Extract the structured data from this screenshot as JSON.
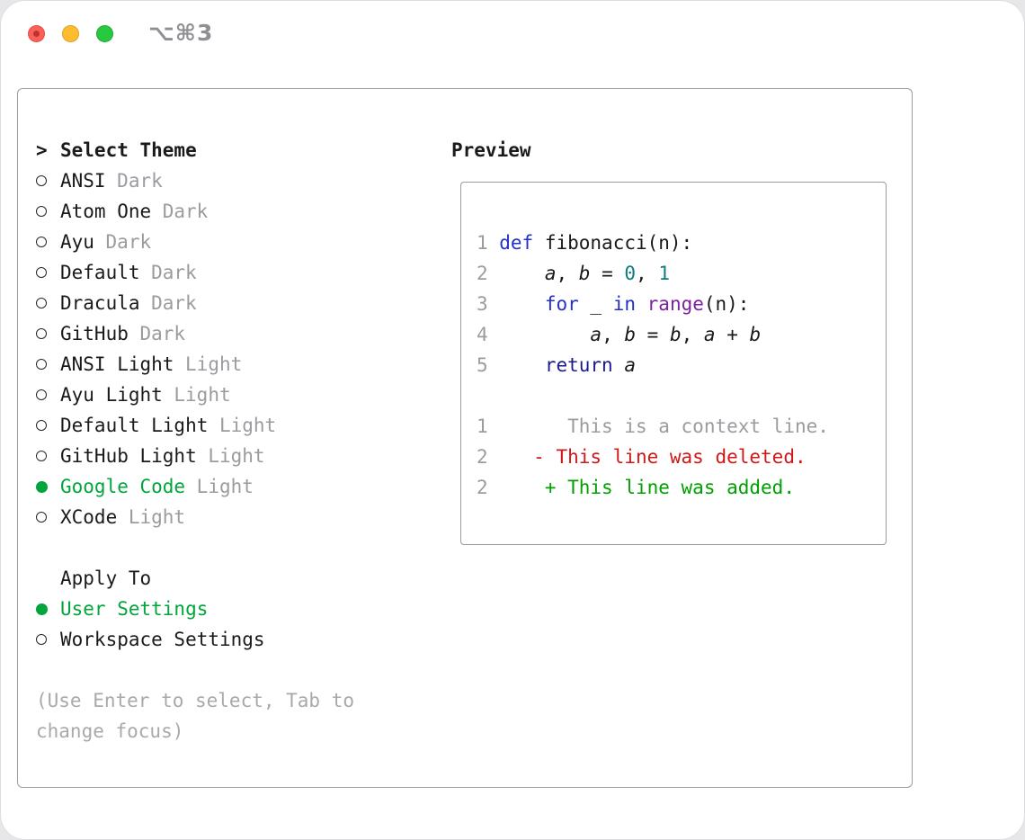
{
  "window": {
    "shortcut_label": "⌥⌘3",
    "traffic_lights": [
      {
        "name": "close",
        "color": "#ff5f57"
      },
      {
        "name": "minimize",
        "color": "#febc2e"
      },
      {
        "name": "zoom",
        "color": "#28c840"
      }
    ]
  },
  "theme_panel": {
    "prompt": ">",
    "title": "Select Theme",
    "items": [
      {
        "label": "ANSI",
        "variant": "Dark",
        "selected": false
      },
      {
        "label": "Atom One",
        "variant": "Dark",
        "selected": false
      },
      {
        "label": "Ayu",
        "variant": "Dark",
        "selected": false
      },
      {
        "label": "Default",
        "variant": "Dark",
        "selected": false
      },
      {
        "label": "Dracula",
        "variant": "Dark",
        "selected": false
      },
      {
        "label": "GitHub",
        "variant": "Dark",
        "selected": false
      },
      {
        "label": "ANSI Light",
        "variant": "Light",
        "selected": false
      },
      {
        "label": "Ayu Light",
        "variant": "Light",
        "selected": false
      },
      {
        "label": "Default Light",
        "variant": "Light",
        "selected": false
      },
      {
        "label": "GitHub Light",
        "variant": "Light",
        "selected": false
      },
      {
        "label": "Google Code",
        "variant": "Light",
        "selected": true
      },
      {
        "label": "XCode",
        "variant": "Light",
        "selected": false
      }
    ],
    "apply_to": {
      "title": "Apply To",
      "options": [
        {
          "label": "User Settings",
          "selected": true
        },
        {
          "label": "Workspace Settings",
          "selected": false
        }
      ]
    },
    "hint": "(Use Enter to select, Tab to change focus)"
  },
  "preview": {
    "title": "Preview",
    "code_lines": [
      {
        "num": "1",
        "tokens": [
          {
            "t": "def",
            "c": "kw"
          },
          {
            "t": " fibonacci(n):",
            "c": "plain"
          }
        ]
      },
      {
        "num": "2",
        "tokens": [
          {
            "t": "    ",
            "c": "plain"
          },
          {
            "t": "a",
            "c": "var"
          },
          {
            "t": ", ",
            "c": "plain"
          },
          {
            "t": "b",
            "c": "var"
          },
          {
            "t": " = ",
            "c": "plain"
          },
          {
            "t": "0",
            "c": "num"
          },
          {
            "t": ", ",
            "c": "plain"
          },
          {
            "t": "1",
            "c": "num"
          }
        ]
      },
      {
        "num": "3",
        "tokens": [
          {
            "t": "    ",
            "c": "plain"
          },
          {
            "t": "for",
            "c": "kw"
          },
          {
            "t": " _ ",
            "c": "plain"
          },
          {
            "t": "in",
            "c": "kw"
          },
          {
            "t": " ",
            "c": "plain"
          },
          {
            "t": "range",
            "c": "fn"
          },
          {
            "t": "(n):",
            "c": "plain"
          }
        ]
      },
      {
        "num": "4",
        "tokens": [
          {
            "t": "        ",
            "c": "plain"
          },
          {
            "t": "a",
            "c": "var"
          },
          {
            "t": ", ",
            "c": "plain"
          },
          {
            "t": "b",
            "c": "var"
          },
          {
            "t": " = ",
            "c": "plain"
          },
          {
            "t": "b",
            "c": "var"
          },
          {
            "t": ", ",
            "c": "plain"
          },
          {
            "t": "a",
            "c": "var"
          },
          {
            "t": " + ",
            "c": "plain"
          },
          {
            "t": "b",
            "c": "var"
          }
        ]
      },
      {
        "num": "5",
        "tokens": [
          {
            "t": "    ",
            "c": "plain"
          },
          {
            "t": "return",
            "c": "kw2"
          },
          {
            "t": " ",
            "c": "plain"
          },
          {
            "t": "a",
            "c": "var"
          }
        ]
      }
    ],
    "diff_lines": [
      {
        "num": "1",
        "body": "      This is a context line.",
        "type": "context"
      },
      {
        "num": "2",
        "body": "   - This line was deleted.",
        "type": "deleted"
      },
      {
        "num": "2",
        "body": "    + This line was added.",
        "type": "added"
      }
    ]
  },
  "colors": {
    "selection_green": "#00a53c",
    "muted_gray": "#9b9ba0",
    "keyword_blue": "#2430cc",
    "return_navy": "#1b1b8f",
    "function_purple": "#7d1fa0",
    "number_teal": "#0e7c7c",
    "deleted_red": "#d01818",
    "added_green": "#00a000"
  }
}
